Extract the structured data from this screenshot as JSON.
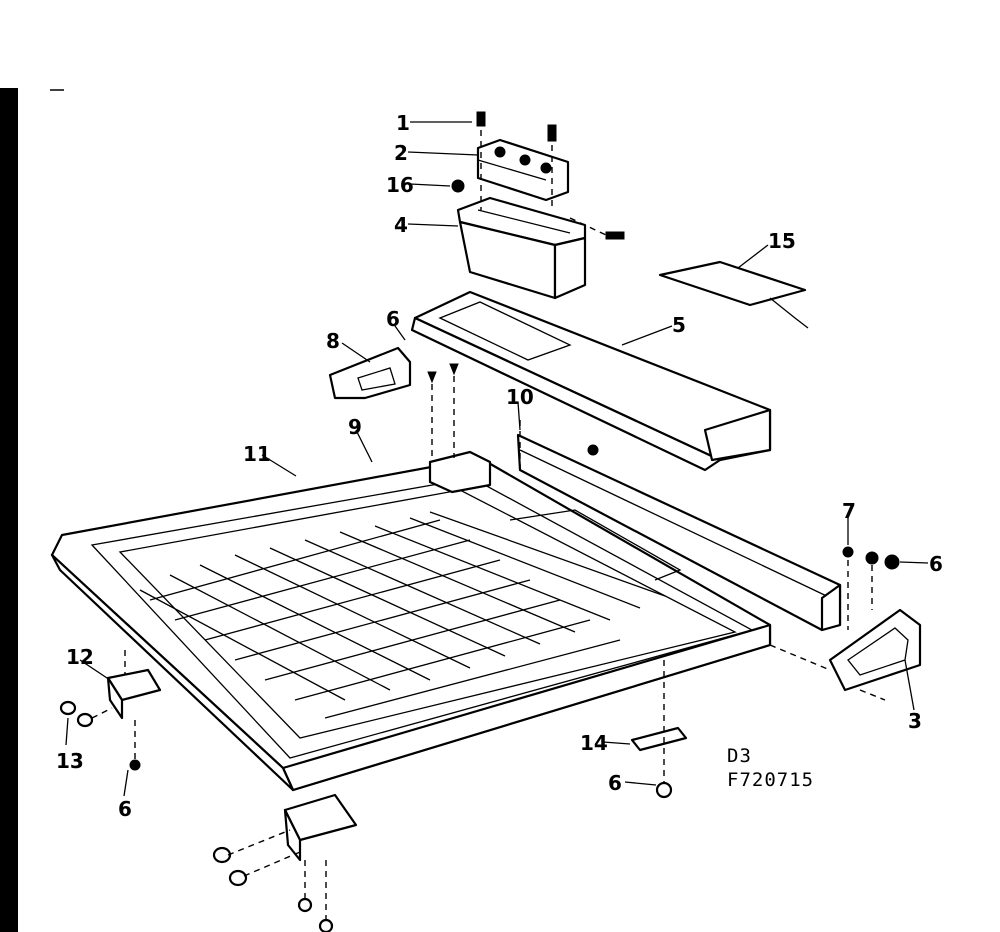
{
  "diagram": {
    "callouts": [
      {
        "id": "c1",
        "text": "1"
      },
      {
        "id": "c2",
        "text": "2"
      },
      {
        "id": "c16",
        "text": "16"
      },
      {
        "id": "c4",
        "text": "4"
      },
      {
        "id": "c15",
        "text": "15"
      },
      {
        "id": "c6a",
        "text": "6"
      },
      {
        "id": "c5",
        "text": "5"
      },
      {
        "id": "c8",
        "text": "8"
      },
      {
        "id": "c10",
        "text": "10"
      },
      {
        "id": "c9",
        "text": "9"
      },
      {
        "id": "c11",
        "text": "11"
      },
      {
        "id": "c7",
        "text": "7"
      },
      {
        "id": "c6b",
        "text": "6"
      },
      {
        "id": "c3",
        "text": "3"
      },
      {
        "id": "c12",
        "text": "12"
      },
      {
        "id": "c13",
        "text": "13"
      },
      {
        "id": "c6c",
        "text": "6"
      },
      {
        "id": "c14",
        "text": "14"
      },
      {
        "id": "c6d",
        "text": "6"
      }
    ],
    "drawing_id": "D3",
    "figure_number": "F720715"
  }
}
